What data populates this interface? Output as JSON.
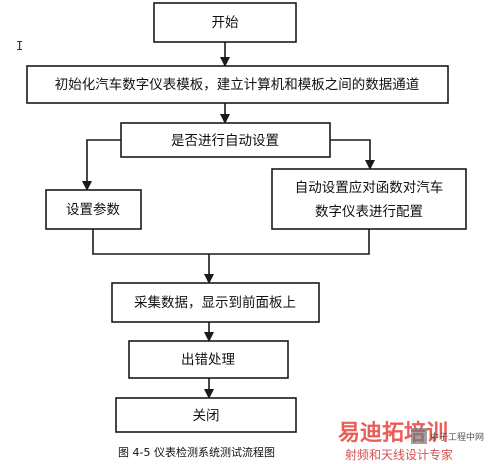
{
  "nodes": {
    "start": "开始",
    "init": "初始化汽车数字仪表模板，建立计算机和模板之间的数据通道",
    "decision": "是否进行自动设置",
    "set_params": "设置参数",
    "auto_config_line1": "自动设置应对函数对汽车",
    "auto_config_line2": "数字仪表进行配置",
    "collect": "采集数据，显示到前面板上",
    "error": "出错处理",
    "close": "关闭"
  },
  "caption": "图 4-5 仪表检测系统测试流程图",
  "watermark": {
    "brand": "易迪拓培训",
    "subtitle": "射频和天线设计专家",
    "logo_text": "中子工程中网"
  },
  "colors": {
    "line": "#1a1a1a",
    "watermark": "#e8413a"
  },
  "icons": [
    "text-cursor-icon",
    "watermark-logo-icon"
  ]
}
